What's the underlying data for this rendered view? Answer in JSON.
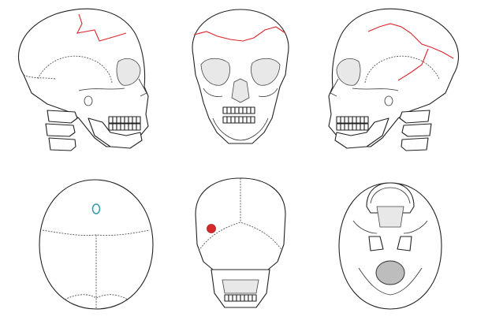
{
  "figure": {
    "views": [
      {
        "name": "skull-left-lateral"
      },
      {
        "name": "skull-anterior"
      },
      {
        "name": "skull-right-lateral"
      },
      {
        "name": "skull-superior"
      },
      {
        "name": "skull-posterior"
      },
      {
        "name": "skull-inferior"
      }
    ],
    "colors": {
      "fracture_line": "#d9252b",
      "marker_teal": "#3a9bb0",
      "marker_red": "#d62a2a",
      "foramen_fill": "#bdbdbd",
      "outline": "#222222"
    }
  }
}
